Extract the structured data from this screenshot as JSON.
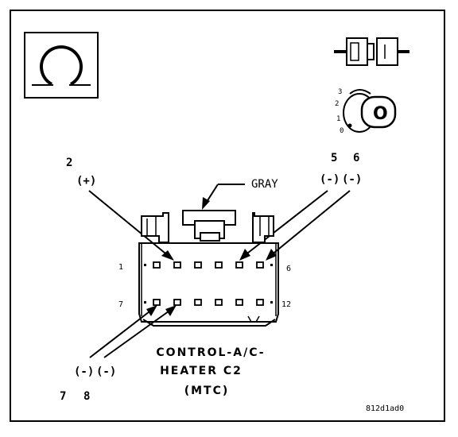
{
  "diagram": {
    "pins": {
      "pin_1": "1",
      "pin_6": "6",
      "pin_7": "7",
      "pin_12": "12"
    },
    "callouts": {
      "top_left_number": "2",
      "top_left_polarity": "(+)",
      "top_right_number_a": "5",
      "top_right_number_b": "6",
      "top_right_polarity_a": "(-)",
      "top_right_polarity_b": "(-)",
      "bottom_left_polarity_a": "(-)",
      "bottom_left_polarity_b": "(-)",
      "bottom_left_number_a": "7",
      "bottom_left_number_b": "8"
    },
    "wire_color_label": "GRAY",
    "connector_title_line1": "CONTROL-A/C-",
    "connector_title_line2": "HEATER C2",
    "connector_title_line3": "(MTC)",
    "ignition_positions": [
      "3",
      "2",
      "1",
      "0"
    ],
    "ignition_key_letter": "O",
    "figure_id": "812d1ad0"
  }
}
